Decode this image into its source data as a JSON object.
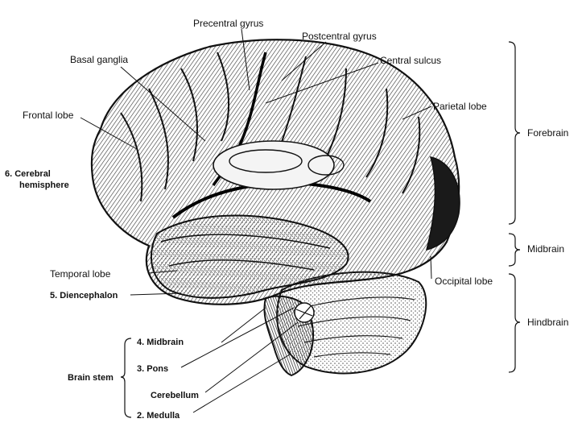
{
  "labels": {
    "precentral_gyrus": "Precentral gyrus",
    "postcentral_gyrus": "Postcentral gyrus",
    "basal_ganglia": "Basal ganglia",
    "central_sulcus": "Central sulcus",
    "frontal_lobe": "Frontal lobe",
    "parietal_lobe": "Parietal lobe",
    "cerebral_hemisphere_1": "6.  Cerebral",
    "cerebral_hemisphere_2": "hemisphere",
    "temporal_lobe": "Temporal lobe",
    "diencephalon": "5.  Diencephalon",
    "occipital_lobe": "Occipital lobe",
    "midbrain_numbered": "4.  Midbrain",
    "pons": "3.  Pons",
    "brain_stem": "Brain stem",
    "cerebellum": "Cerebellum",
    "medulla": "2.  Medulla"
  },
  "regions": {
    "forebrain": "Forebrain",
    "midbrain": "Midbrain",
    "hindbrain": "Hindbrain"
  },
  "colors": {
    "ink": "#111111",
    "shade": "#2a2a2a",
    "paper": "#ffffff"
  }
}
